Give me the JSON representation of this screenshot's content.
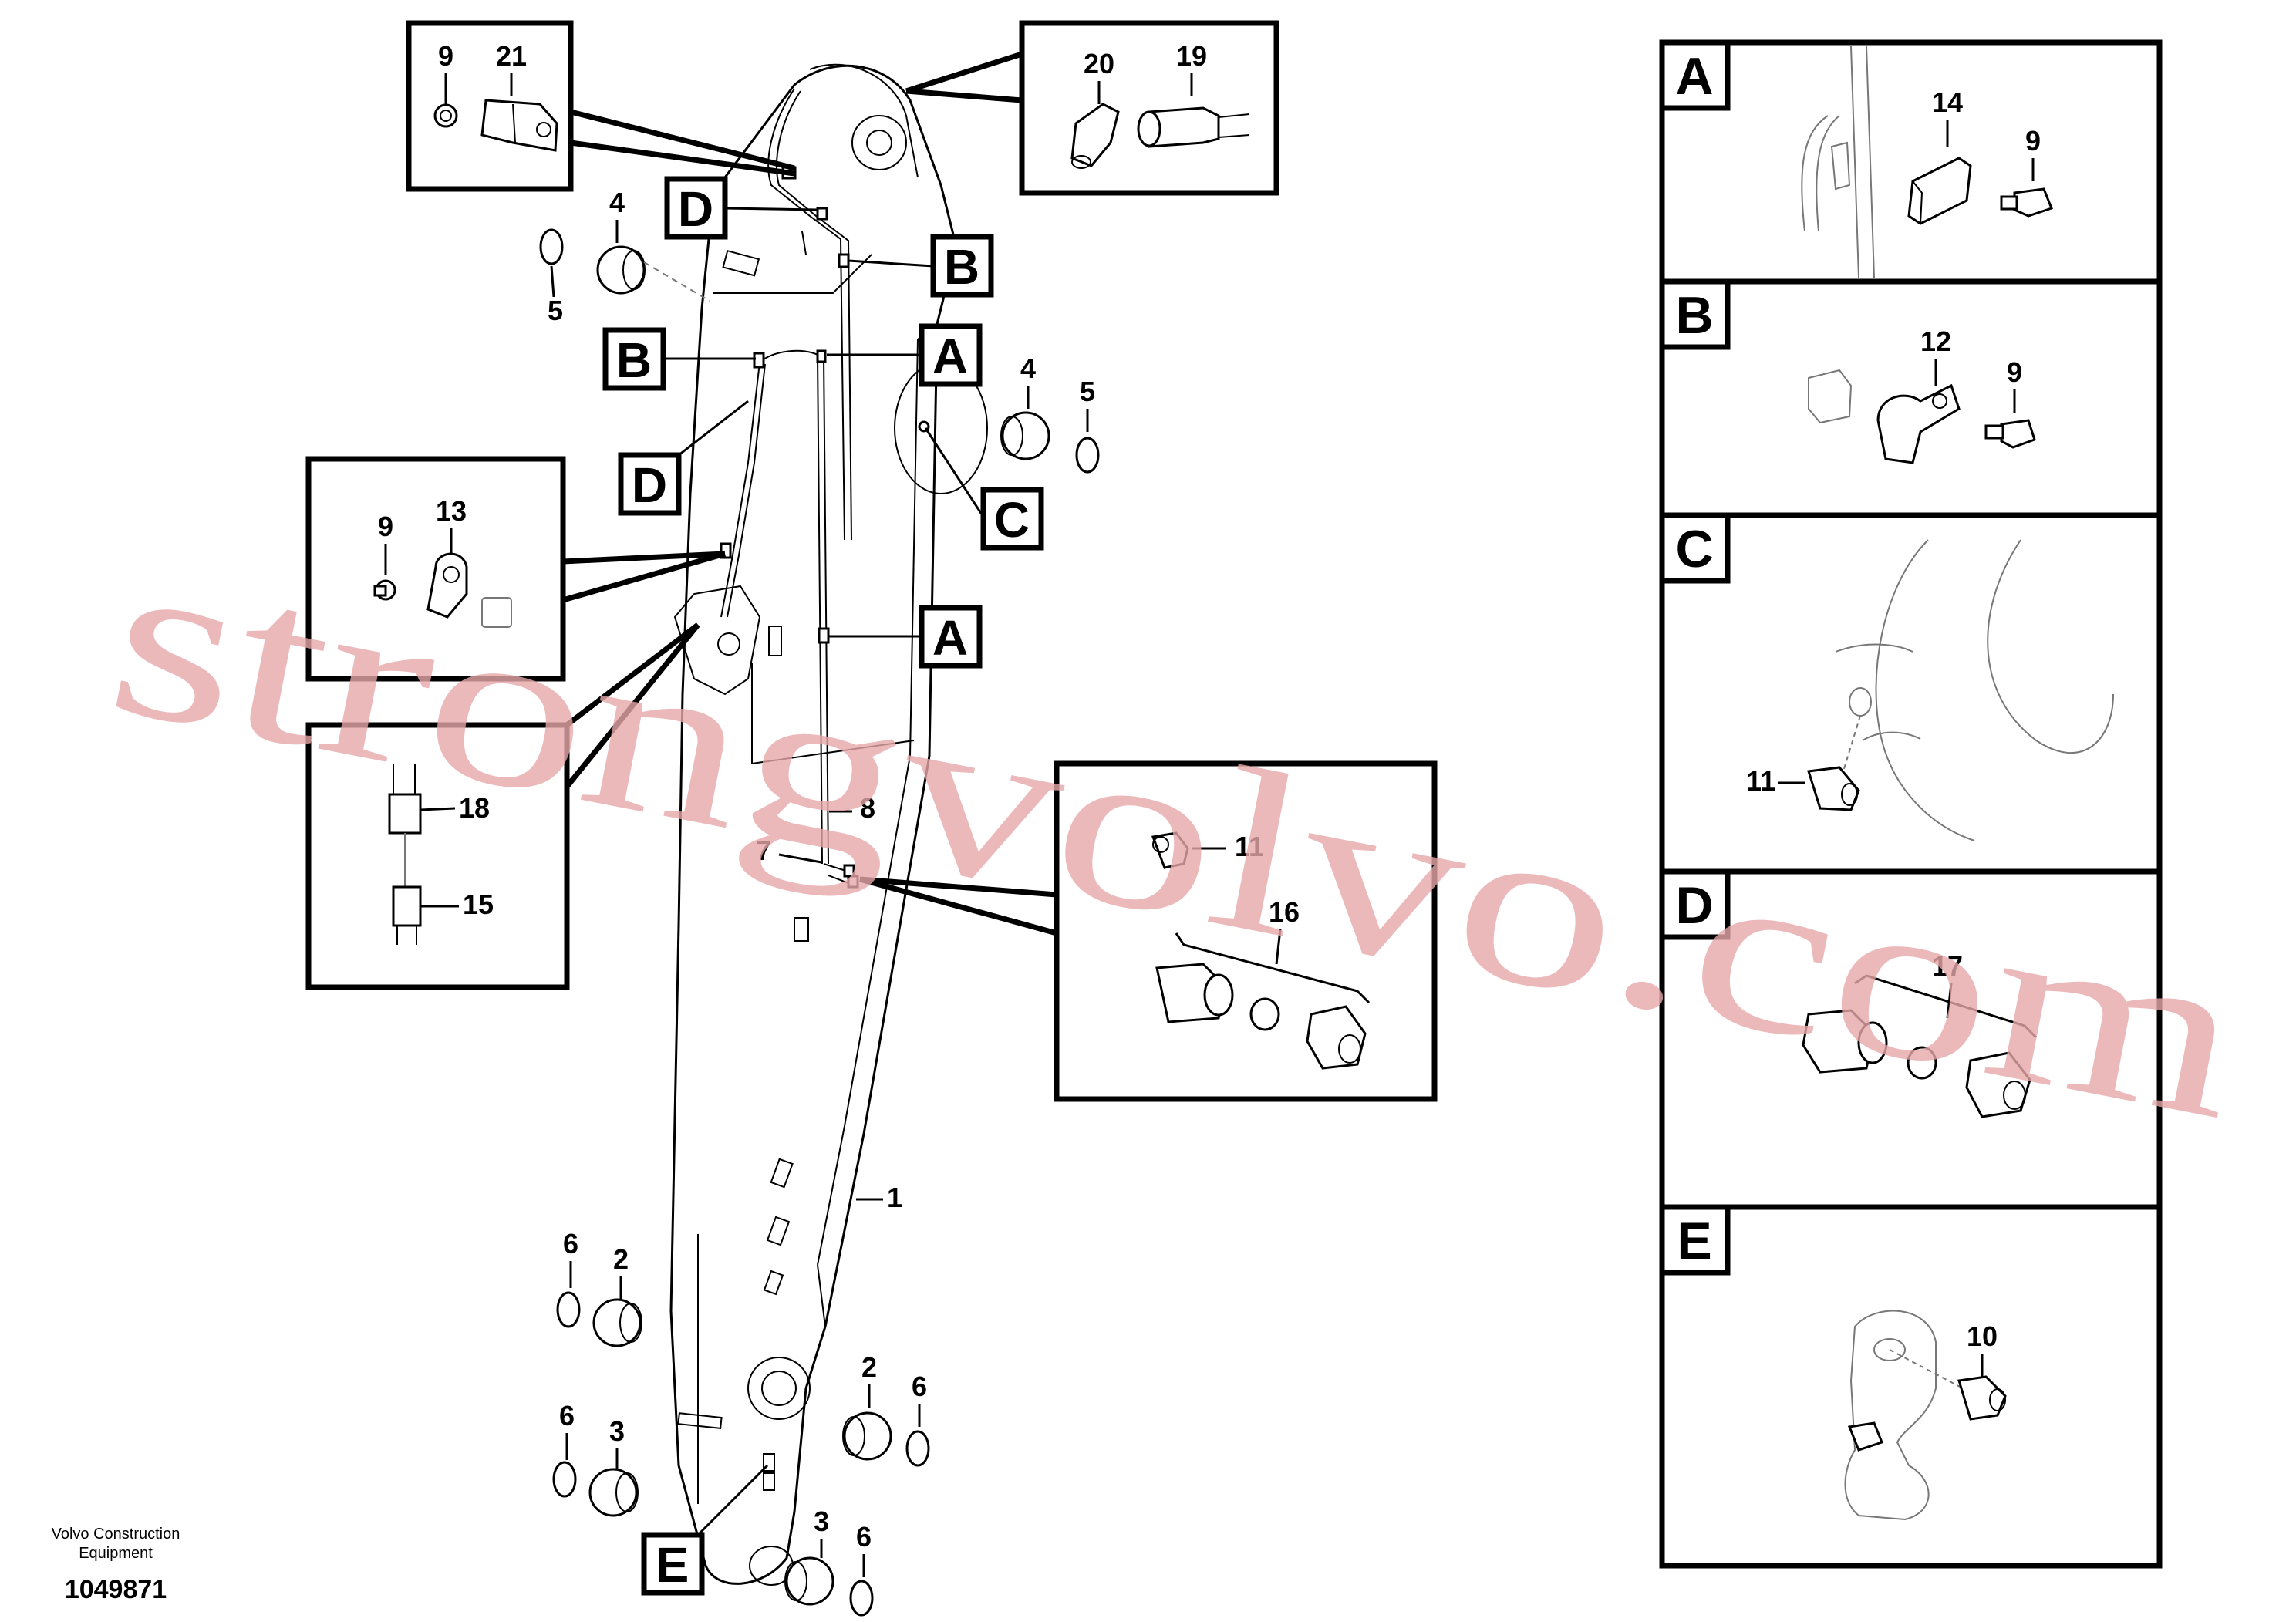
{
  "diagram": {
    "watermark": "strongvolvo.com",
    "caption": {
      "line1": "Volvo Construction",
      "line2": "Equipment"
    },
    "document_number": "1049871",
    "detail_panels": [
      {
        "letter": "A",
        "parts": [
          "14",
          "9"
        ]
      },
      {
        "letter": "B",
        "parts": [
          "12",
          "9"
        ]
      },
      {
        "letter": "C",
        "parts": [
          "11"
        ]
      },
      {
        "letter": "D",
        "parts": [
          "17"
        ]
      },
      {
        "letter": "E",
        "parts": [
          "10"
        ]
      }
    ],
    "reference_letters": [
      "D",
      "B",
      "B",
      "A",
      "D",
      "C",
      "A",
      "E"
    ],
    "inset_parts": {
      "top_left": [
        "9",
        "21"
      ],
      "top_right": [
        "20",
        "19"
      ],
      "mid_left": [
        "9",
        "13"
      ],
      "lower_left": [
        "18",
        "15"
      ],
      "right": [
        "11",
        "16"
      ]
    },
    "main_parts": [
      "4",
      "5",
      "4",
      "5",
      "8",
      "7",
      "1",
      "6",
      "2",
      "2",
      "6",
      "6",
      "3",
      "3",
      "6"
    ]
  }
}
